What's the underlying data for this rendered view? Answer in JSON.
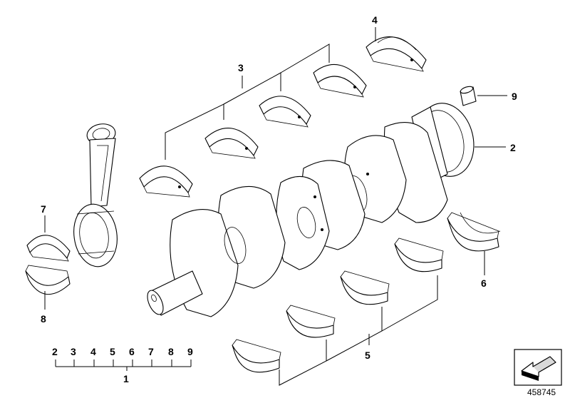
{
  "diagram": {
    "callouts": {
      "c1": "1",
      "c2": "2",
      "c3": "3",
      "c4": "4",
      "c5": "5",
      "c6": "6",
      "c7": "7",
      "c8": "8",
      "c9": "9"
    },
    "kit_contents": [
      "2",
      "3",
      "4",
      "5",
      "6",
      "7",
      "8",
      "9"
    ],
    "document_id": "458745",
    "icons": {
      "direction_badge": "arrow-badge-icon"
    }
  }
}
